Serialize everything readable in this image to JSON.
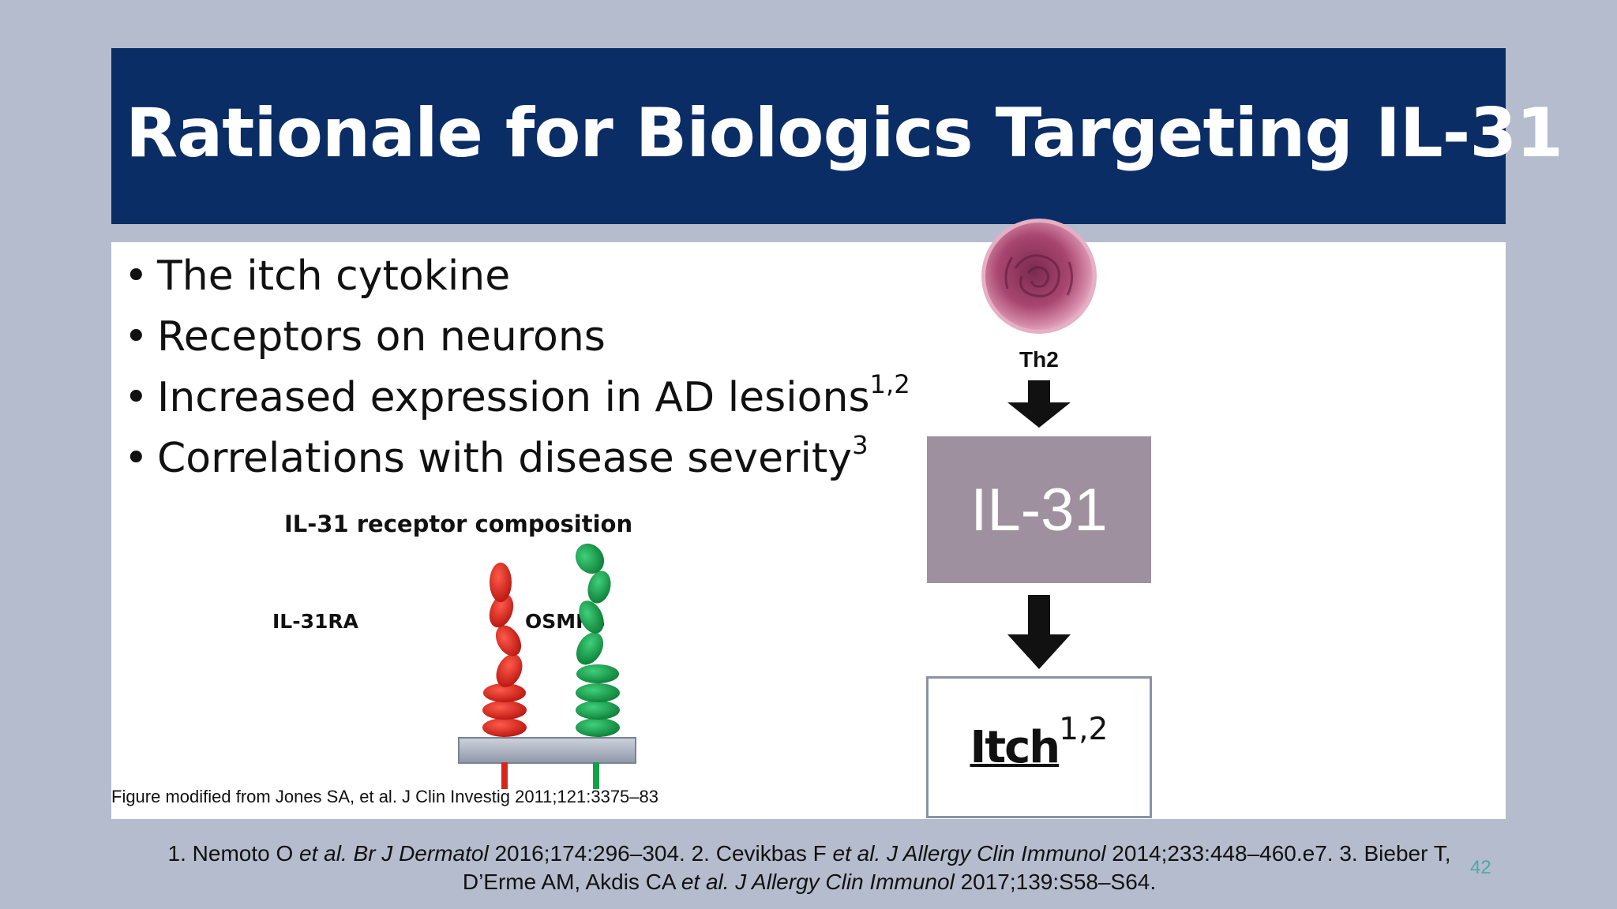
{
  "slide": {
    "title": "Rationale for Biologics Targeting IL-31",
    "page_number": "42"
  },
  "bullets": [
    {
      "text": "The itch cytokine",
      "sup": ""
    },
    {
      "text": "Receptors on neurons",
      "sup": ""
    },
    {
      "text": "Increased expression in AD lesions",
      "sup": "1,2"
    },
    {
      "text": "Correlations with disease severity",
      "sup": "3"
    }
  ],
  "figure": {
    "title": "IL-31 receptor composition",
    "left_label": "IL-31RA",
    "right_label": "OSMRβ",
    "caption": "Figure modified from Jones SA, et al. J Clin Investig 2011;121:3375–83"
  },
  "pathway": {
    "cell_label": "Th2",
    "cytokine_label": "IL-31",
    "outcome_label": "Itch",
    "outcome_sup": "1,2"
  },
  "references": {
    "line1": {
      "p1": "1. Nemoto O ",
      "i1": "et al. Br J Dermatol",
      "p2": " 2016;174:296–304. 2. Cevikbas F ",
      "i2": "et al. J Allergy Clin Immunol",
      "p3": " 2014;233:448–460.e7. 3. Bieber T,"
    },
    "line2": {
      "p1": "D’Erme AM, Akdis CA ",
      "i1": "et al. J Allergy Clin Immunol",
      "p2": " 2017;139:S58–S64."
    }
  },
  "colors": {
    "title_bar": "#0b2d66",
    "background": "#b5bccd",
    "il31_box": "#9e909e",
    "receptor_red": "#d9261c",
    "receptor_green": "#15a04a",
    "page_number": "#4fa8a4"
  }
}
